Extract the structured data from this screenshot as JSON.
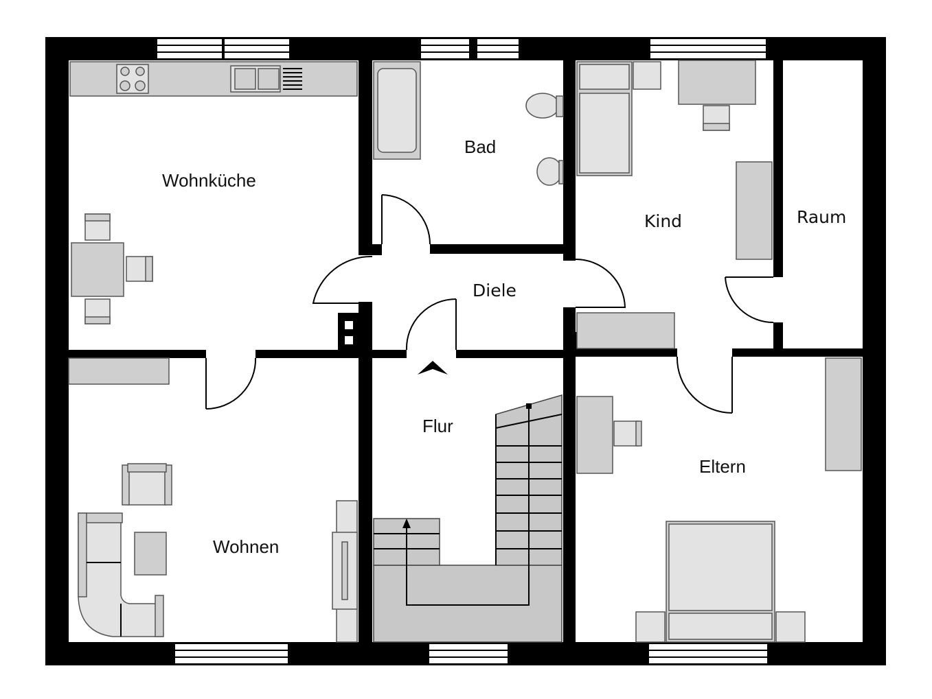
{
  "rooms": {
    "wohnkueche": "Wohnküche",
    "bad": "Bad",
    "kind": "Kind",
    "raum": "Raum",
    "diele": "Diele",
    "flur": "Flur",
    "wohnen": "Wohnen",
    "eltern": "Eltern"
  },
  "colors": {
    "wall": "#000000",
    "furniture_fill": "#cfcfcf",
    "furniture_stroke": "#555555",
    "stair_fill": "#c8c8c8",
    "floor": "#ffffff"
  },
  "icons": [
    "north-arrow-icon",
    "stair-direction-arrow-icon"
  ]
}
